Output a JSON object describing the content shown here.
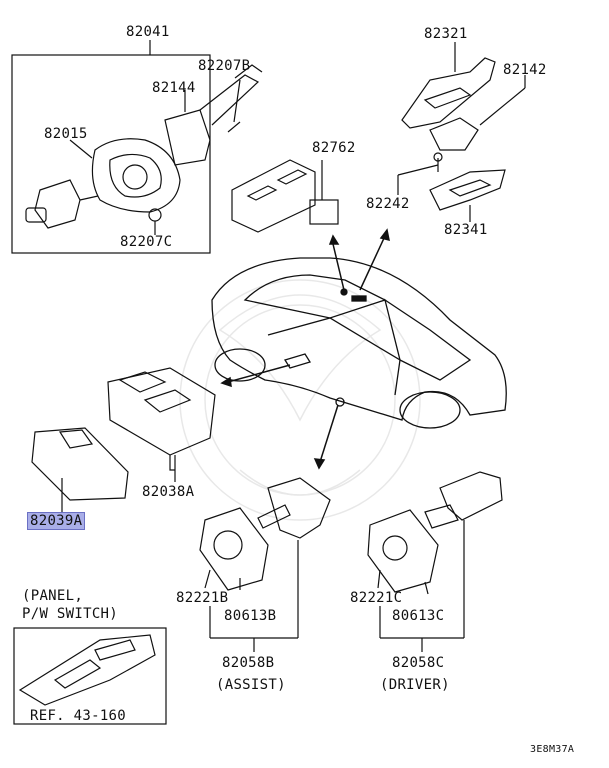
{
  "labels": {
    "p82041": "82041",
    "p82207b": "82207B",
    "p82144": "82144",
    "p82015": "82015",
    "p82207c": "82207C",
    "p82321": "82321",
    "p82142": "82142",
    "p82762": "82762",
    "p82242": "82242",
    "p82341": "82341",
    "p82038a": "82038A",
    "p82039a": "82039A",
    "p82221b": "82221B",
    "p80613b": "80613B",
    "p82058b": "82058B",
    "assist": "(ASSIST)",
    "p82221c": "82221C",
    "p80613c": "80613C",
    "p82058c": "82058C",
    "driver": "(DRIVER)",
    "panel_line1": "(PANEL,",
    "panel_line2": "P/W SWITCH)",
    "ref": "REF. 43-160",
    "diagram_code": "3E8M37A"
  },
  "colors": {
    "highlight": "#a9aee8",
    "line": "#111111"
  }
}
